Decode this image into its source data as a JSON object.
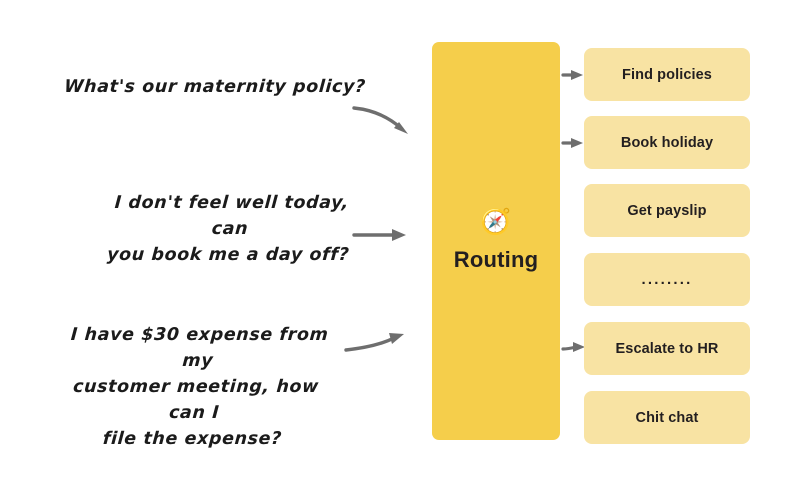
{
  "diagram": {
    "title": "Routing",
    "questions": [
      {
        "id": "maternity-policy",
        "text": "What's our maternity policy?"
      },
      {
        "id": "sick-day-off",
        "text": "I don't feel well today, can\nyou book me a day off?"
      },
      {
        "id": "expense-filing",
        "text": "I have $30 expense from my\ncustomer meeting, how can I\nfile the expense?"
      }
    ],
    "router": {
      "label": "Routing",
      "icon": "compass-icon",
      "icon_glyph": "🧭",
      "color": "#F5CE4B"
    },
    "intents": [
      {
        "id": "find-policies",
        "label": "Find policies",
        "has_arrow": true
      },
      {
        "id": "book-holiday",
        "label": "Book holiday",
        "has_arrow": true
      },
      {
        "id": "get-payslip",
        "label": "Get payslip",
        "has_arrow": false
      },
      {
        "id": "more-intents",
        "label": "........",
        "has_arrow": false
      },
      {
        "id": "escalate-to-hr",
        "label": "Escalate to HR",
        "has_arrow": true
      },
      {
        "id": "chit-chat",
        "label": "Chit chat",
        "has_arrow": false
      }
    ],
    "colors": {
      "background": "#FFFFFF",
      "router_fill": "#F5CE4B",
      "intent_fill": "#F8E3A3",
      "arrow": "#6E6E6E",
      "text": "#231F20"
    }
  }
}
